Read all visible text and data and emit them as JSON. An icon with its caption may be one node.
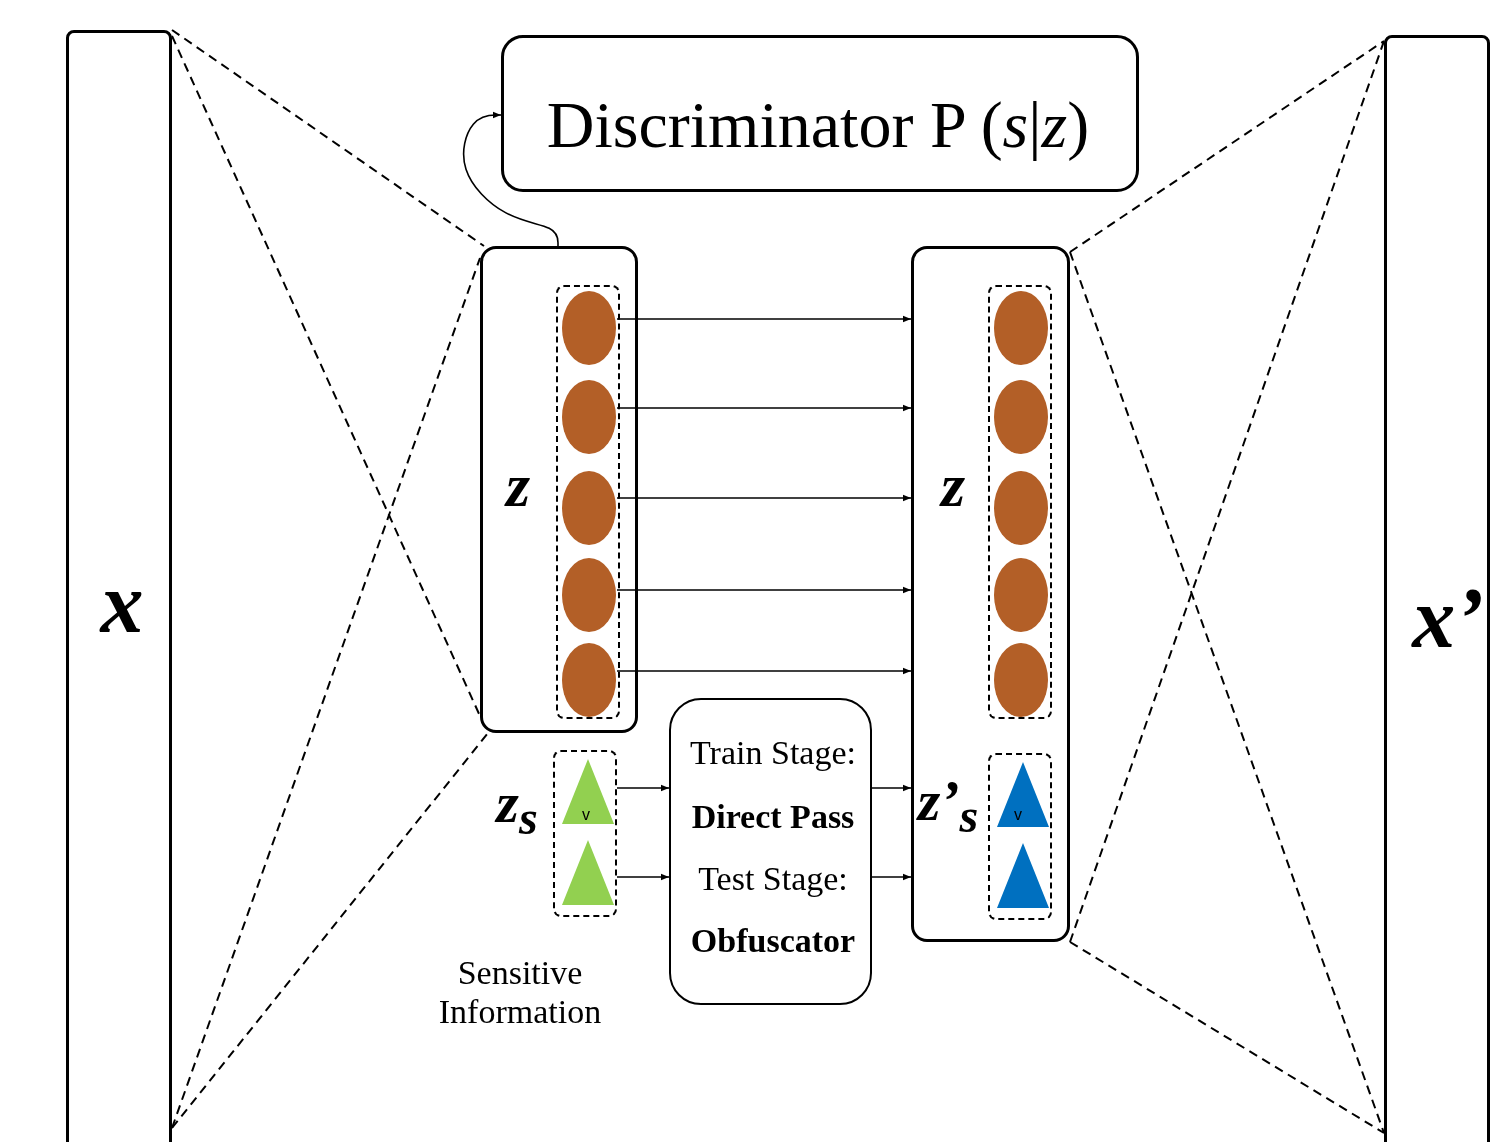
{
  "diagram": {
    "nodes": [
      {
        "text": [
          "x"
        ]
      },
      {
        "text": [
          "Discriminator P (*s*|*z*)"
        ]
      },
      {
        "text": [
          "z"
        ]
      },
      {
        "text": [],
        "shape": "box",
        "in": 2
      },
      {
        "text": [],
        "shape": "ellipse",
        "in": 3
      },
      {
        "text": [],
        "shape": "ellipse",
        "in": 3
      },
      {
        "text": [],
        "shape": "ellipse",
        "in": 3
      },
      {
        "text": [],
        "shape": "ellipse",
        "in": 3
      },
      {
        "text": [],
        "shape": "ellipse",
        "in": 3
      },
      {
        "text": [
          "z$_{s}$"
        ],
        "beside": [
          "Sensitive Information"
        ]
      },
      {
        "text": [],
        "shape": "triangle",
        "in": 9
      },
      {
        "text": [],
        "shape": "triangle",
        "in": 9
      },
      {
        "text": [
          "Train Stage:",
          "Direct Pass",
          "Test Stage:",
          "Obfuscator"
        ]
      },
      {
        "text": [
          "z",
          "z’$_{s}$"
        ]
      },
      {
        "text": [],
        "shape": "box",
        "in": 13
      },
      {
        "text": [],
        "shape": "ellipse",
        "in": 14
      },
      {
        "text": [],
        "shape": "ellipse",
        "in": 14
      },
      {
        "text": [],
        "shape": "ellipse",
        "in": 14
      },
      {
        "text": [],
        "shape": "ellipse",
        "in": 14
      },
      {
        "text": [],
        "shape": "ellipse",
        "in": 14
      },
      {
        "text": [],
        "shape": "box",
        "in": 13
      },
      {
        "text": [],
        "shape": "triangle",
        "in": 20
      },
      {
        "text": [],
        "shape": "triangle",
        "in": 20
      },
      {
        "text": [
          "x’"
        ]
      }
    ],
    "edges": [
      {
        "from": 2,
        "to": 1,
        "arrow": "to"
      },
      {
        "from": 3,
        "to": 13,
        "arrow": "to"
      },
      {
        "from": 3,
        "to": 13,
        "arrow": "to"
      },
      {
        "from": 3,
        "to": 13,
        "arrow": "to"
      },
      {
        "from": 3,
        "to": 13,
        "arrow": "to"
      },
      {
        "from": 3,
        "to": 13,
        "arrow": "to"
      },
      {
        "from": 9,
        "to": 12,
        "arrow": "to"
      },
      {
        "from": 9,
        "to": 12,
        "arrow": "to"
      },
      {
        "from": 12,
        "to": 13,
        "arrow": "to"
      },
      {
        "from": 12,
        "to": 13,
        "arrow": "to"
      },
      {
        "from": 0,
        "to": 2,
        "arrow": "none",
        "style": "dashed"
      },
      {
        "from": 0,
        "to": 2,
        "arrow": "none",
        "style": "dashed"
      },
      {
        "from": 0,
        "to": 2,
        "arrow": "none",
        "style": "dashed"
      },
      {
        "from": 0,
        "to": 2,
        "arrow": "none",
        "style": "dashed"
      },
      {
        "from": 13,
        "to": 23,
        "arrow": "none",
        "style": "dashed"
      },
      {
        "from": 13,
        "to": 23,
        "arrow": "none",
        "style": "dashed"
      },
      {
        "from": 13,
        "to": 23,
        "arrow": "none",
        "style": "dashed"
      },
      {
        "from": 13,
        "to": 23,
        "arrow": "none",
        "style": "dashed"
      }
    ],
    "labels": [
      "v",
      "v"
    ]
  }
}
